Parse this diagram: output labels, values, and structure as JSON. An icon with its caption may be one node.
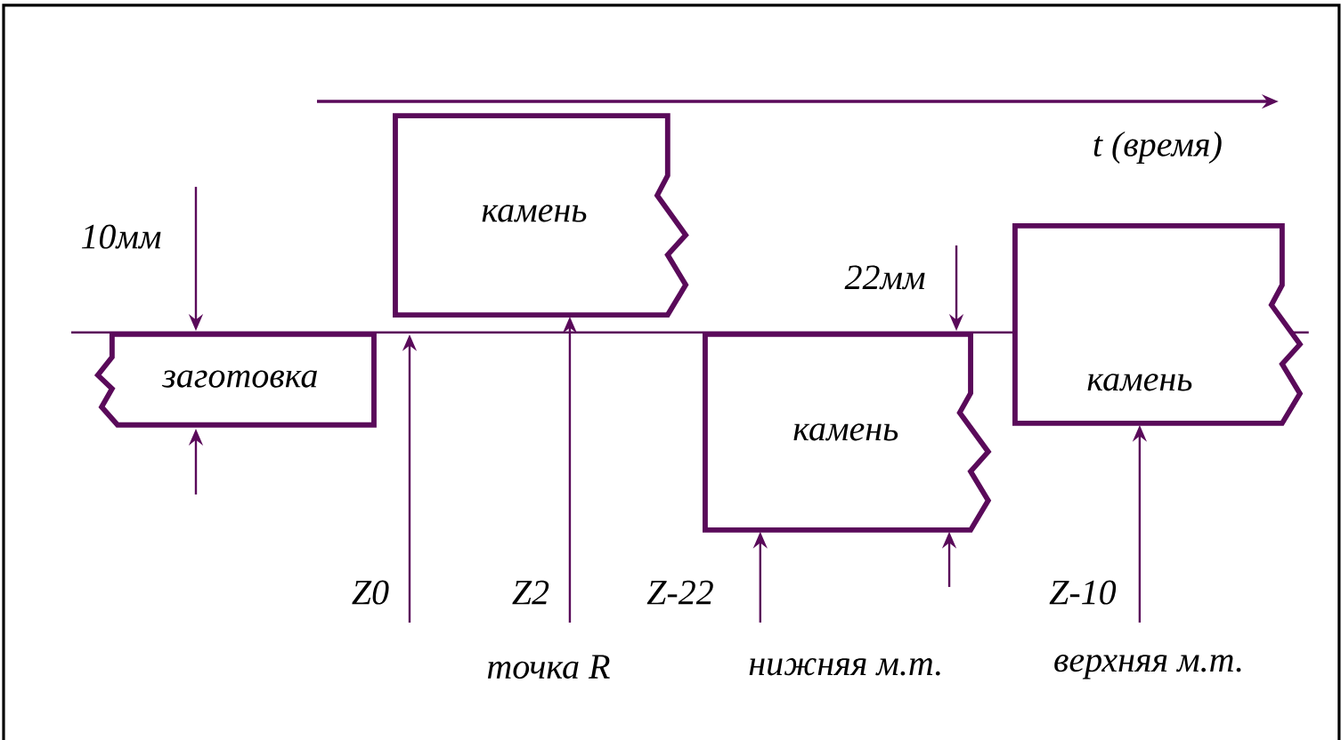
{
  "diagram": {
    "nodes": [
      {
        "text": [
          "заготовка"
        ]
      },
      {
        "text": [
          "камень"
        ]
      },
      {
        "text": [
          "камень"
        ]
      },
      {
        "text": [
          "камень"
        ]
      }
    ],
    "labels": [
      "t (время)",
      "10мм",
      "22мм",
      "Z0",
      "Z2",
      "Z-22",
      "Z-10",
      "точка R",
      "нижняя м.т.",
      "верхняя м.т."
    ]
  }
}
